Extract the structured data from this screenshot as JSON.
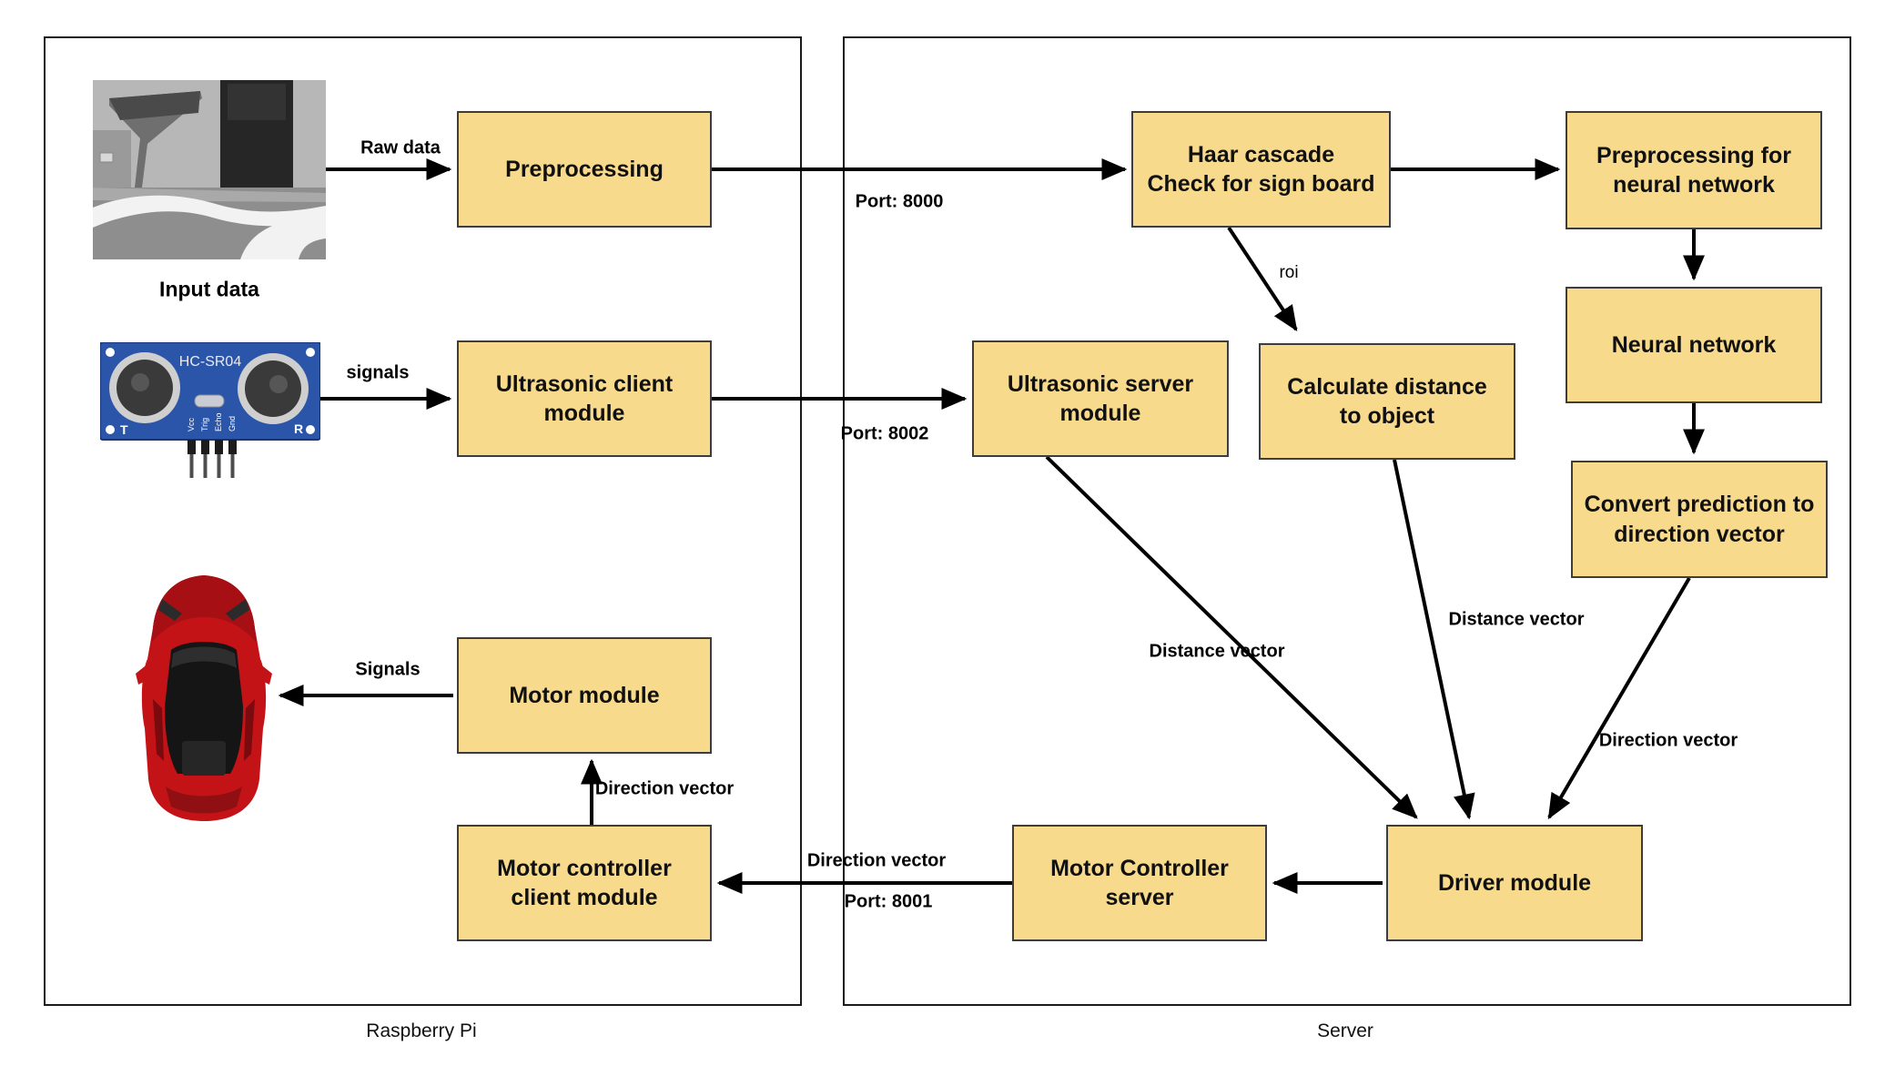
{
  "diagram": {
    "regions": {
      "raspberry_pi": "Raspberry Pi",
      "server": "Server"
    },
    "nodes": {
      "preprocessing": "Preprocessing",
      "ultrasonic_client": "Ultrasonic client\nmodule",
      "motor_module": "Motor module",
      "motor_controller_client": "Motor controller\nclient module",
      "haar_cascade": "Haar cascade\nCheck for sign board",
      "preprocessing_nn": "Preprocessing for\nneural network",
      "neural_network": "Neural network",
      "convert_prediction": "Convert prediction to\ndirection vector",
      "ultrasonic_server": "Ultrasonic server\nmodule",
      "calculate_distance": "Calculate distance\nto object",
      "motor_controller_server": "Motor Controller\nserver",
      "driver_module": "Driver module"
    },
    "edge_labels": {
      "raw_data": "Raw data",
      "port_8000": "Port: 8000",
      "signals_sensor": "signals",
      "port_8002": "Port: 8002",
      "roi": "roi",
      "distance_vector_1": "Distance vector",
      "distance_vector_2": "Distance vector",
      "direction_vector_convert": "Direction vector",
      "direction_vector_server": "Direction vector",
      "port_8001": "Port: 8001",
      "direction_vector_client": "Direction vector",
      "signals_car": "Signals"
    },
    "images": {
      "camera_caption": "Input data",
      "sensor_title": "HC-SR04",
      "sensor_pin_labels": {
        "p1": "Vcc",
        "p2": "Trig",
        "p3": "Echo",
        "p4": "Gnd"
      },
      "sensor_t": "T",
      "sensor_r": "R"
    },
    "colors": {
      "node_fill": "#F8DA8D",
      "node_border": "#3d3d3d",
      "arrow": "#000000",
      "sensor_board_blue": "#2B55A8",
      "car_red": "#C41317"
    }
  }
}
